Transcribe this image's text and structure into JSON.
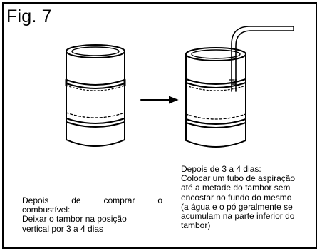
{
  "figure": {
    "title": "Fig. 7"
  },
  "captions": {
    "left": {
      "line1": "Depois de comprar o",
      "line2": "combustível:",
      "line3": "Deixar o tambor na posição",
      "line4": "vertical por 3 a 4 dias"
    },
    "right": {
      "line1": "Depois de 3 a 4 dias:",
      "line2": "Colocar um tubo de aspiração",
      "line3": "até a metade do tambor sem",
      "line4": "encostar no fundo do mesmo",
      "line5": "(a água e o pó geralmente se",
      "line6": "acumulam na parte inferior do",
      "line7": "tambor)"
    }
  },
  "colors": {
    "ink": "#000000",
    "paper": "#ffffff"
  }
}
